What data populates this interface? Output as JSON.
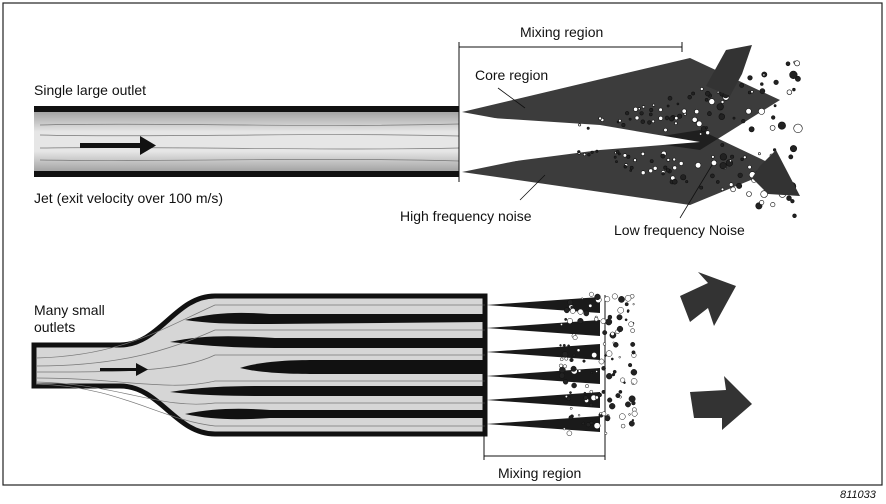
{
  "top": {
    "outlet_label": "Single large outlet",
    "jet_label": "Jet (exit velocity over 100 m/s)",
    "mixing_label": "Mixing region",
    "core_label": "Core region",
    "high_noise_label": "High frequency noise",
    "low_noise_label": "Low frequency Noise"
  },
  "bottom": {
    "outlet_label_line1": "Many small",
    "outlet_label_line2": "outlets",
    "mixing_label": "Mixing region"
  },
  "figure_id": "811033",
  "colors": {
    "ink": "#111111",
    "pipe_fill": "#d9d9d9",
    "frame": "#222222"
  }
}
